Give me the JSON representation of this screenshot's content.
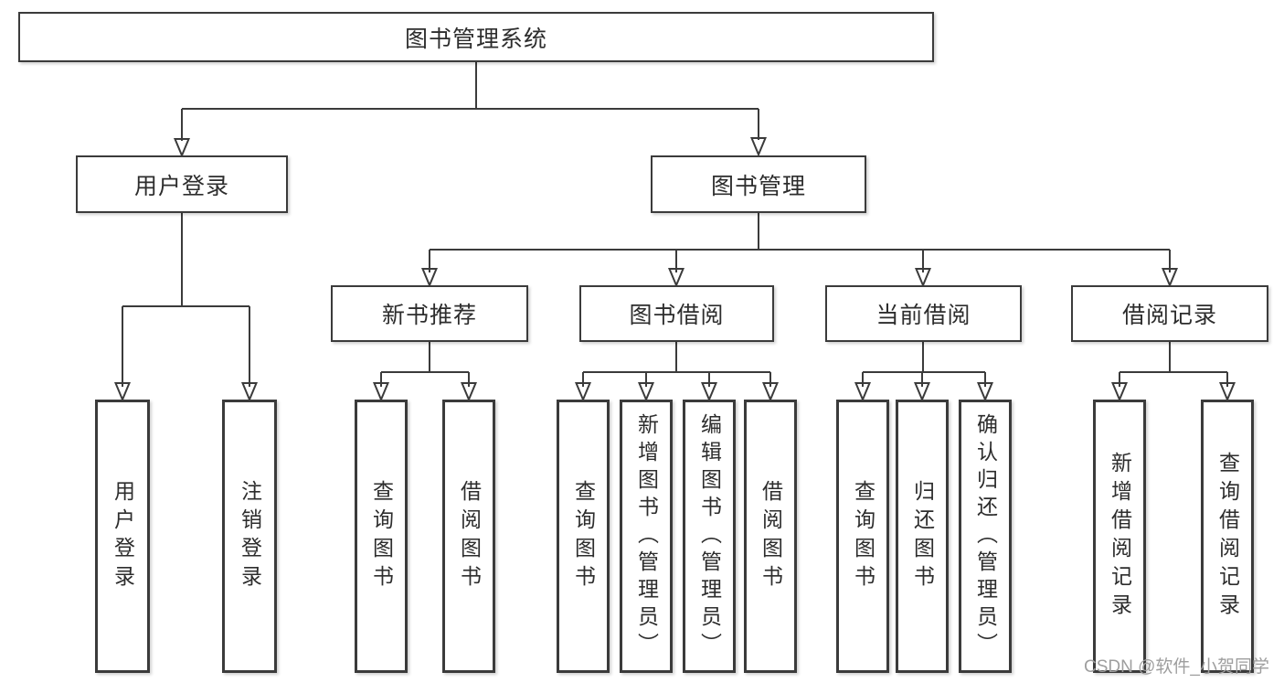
{
  "tree": {
    "root": {
      "label": "图书管理系统"
    },
    "children": [
      {
        "label": "用户登录",
        "children": [
          {
            "label": "用户登录"
          },
          {
            "label": "注销登录"
          }
        ]
      },
      {
        "label": "图书管理",
        "children": [
          {
            "label": "新书推荐",
            "children": [
              {
                "label": "查询图书"
              },
              {
                "label": "借阅图书"
              }
            ]
          },
          {
            "label": "图书借阅",
            "children": [
              {
                "label": "查询图书"
              },
              {
                "label": "新增图书（管理员）"
              },
              {
                "label": "编辑图书（管理员）"
              },
              {
                "label": "借阅图书"
              }
            ]
          },
          {
            "label": "当前借阅",
            "children": [
              {
                "label": "查询图书"
              },
              {
                "label": "归还图书"
              },
              {
                "label": "确认归还（管理员）"
              }
            ]
          },
          {
            "label": "借阅记录",
            "children": [
              {
                "label": "新增借阅记录"
              },
              {
                "label": "查询借阅记录"
              }
            ]
          }
        ]
      }
    ]
  },
  "watermark": {
    "text": "CSDN @软件_小贺同学"
  },
  "colors": {
    "line": "#3b3b3b",
    "text": "#2d2d2d",
    "background": "#ffffff",
    "watermark": "#9e9e9e"
  }
}
